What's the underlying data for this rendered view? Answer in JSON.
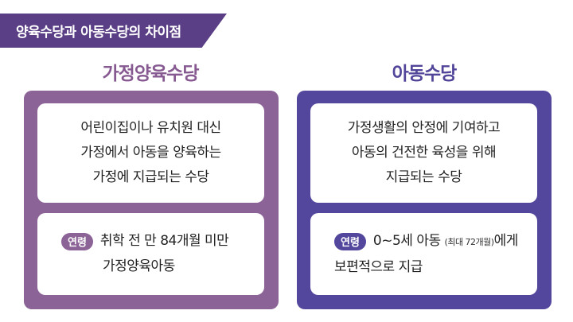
{
  "banner": {
    "title": "양육수당과 아동수당의 차이점"
  },
  "columns": [
    {
      "title": "가정양육수당",
      "description_lines": [
        "어린이집이나 유치원 대신",
        "가정에서 아동을 양육하는",
        "가정에 지급되는 수당"
      ],
      "age_label": "연령",
      "age_line1": "취학 전 만 84개월 미만",
      "age_line2": "가정양육아동"
    },
    {
      "title": "아동수당",
      "description_lines": [
        "가정생활의 안정에 기여하고",
        "아동의 건전한 육성을 위해",
        "지급되는 수당"
      ],
      "age_label": "연령",
      "age_line1_main": "0~5세 아동 ",
      "age_line1_small": "(최대 72개월)",
      "age_line1_tail": "에게",
      "age_line2": "보편적으로 지급"
    }
  ],
  "colors": {
    "banner": "#5b3f86",
    "left_accent": "#8c6397",
    "right_accent": "#53479d"
  }
}
